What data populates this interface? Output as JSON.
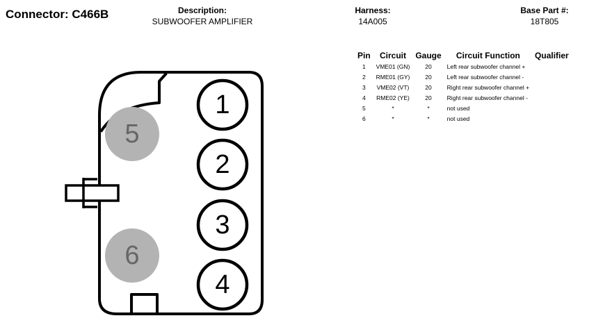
{
  "header": {
    "connector": "Connector: C466B",
    "description_label": "Description:",
    "description_value": "SUBWOOFER AMPLIFIER",
    "harness_label": "Harness:",
    "harness_value": "14A005",
    "base_part_label": "Base Part #:",
    "base_part_value": "18T805"
  },
  "table": {
    "headers": [
      "Pin",
      "Circuit",
      "Gauge",
      "Circuit Function",
      "Qualifier"
    ],
    "rows": [
      {
        "pin": "1",
        "circuit": "VME01 (GN)",
        "gauge": "20",
        "function": "Left rear subwoofer channel +",
        "qualifier": ""
      },
      {
        "pin": "2",
        "circuit": "RME01 (GY)",
        "gauge": "20",
        "function": "Left rear subwoofer channel -",
        "qualifier": ""
      },
      {
        "pin": "3",
        "circuit": "VME02 (VT)",
        "gauge": "20",
        "function": "Right rear subwoofer channel +",
        "qualifier": ""
      },
      {
        "pin": "4",
        "circuit": "RME02 (YE)",
        "gauge": "20",
        "function": "Right rear subwoofer channel -",
        "qualifier": ""
      },
      {
        "pin": "5",
        "circuit": "*",
        "gauge": "*",
        "function": "not used",
        "qualifier": ""
      },
      {
        "pin": "6",
        "circuit": "*",
        "gauge": "*",
        "function": "not used",
        "qualifier": ""
      }
    ]
  },
  "connector_face": {
    "colors": {
      "outline": "#000000",
      "unused_pin": "#b3b3b3",
      "unused_text": "#666666"
    },
    "pins": [
      {
        "label": "1",
        "used": true
      },
      {
        "label": "2",
        "used": true
      },
      {
        "label": "3",
        "used": true
      },
      {
        "label": "4",
        "used": true
      },
      {
        "label": "5",
        "used": false
      },
      {
        "label": "6",
        "used": false
      }
    ]
  }
}
